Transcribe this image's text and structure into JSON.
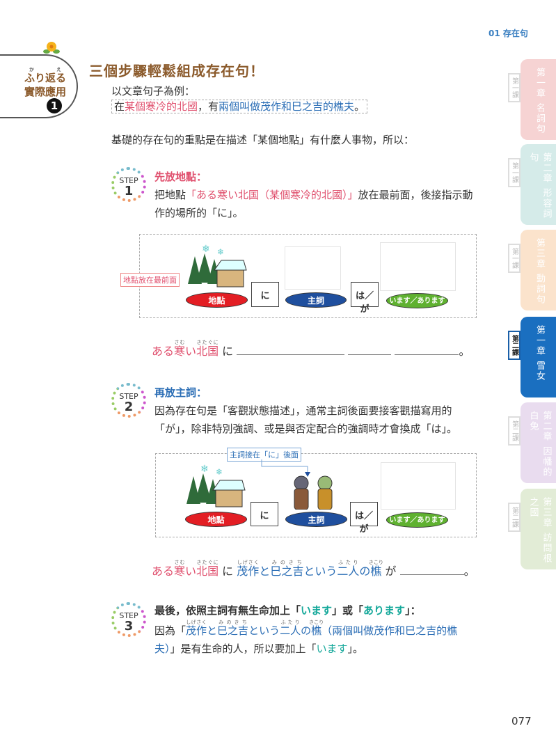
{
  "header": {
    "section": "01 存在句"
  },
  "badge": {
    "line1": "ふり返る",
    "line1_ruby": "かえ",
    "line2": "實際應用",
    "number": "1"
  },
  "title": "三個步驟輕鬆組成存在句！",
  "intro": {
    "lead": "以文章句子為例：",
    "ex_a": "在",
    "ex_b": "某個寒冷的北國",
    "ex_c": "，有",
    "ex_d": "兩個叫做茂作和巳之吉的樵夫",
    "ex_e": "。",
    "basis": "基礎的存在句的重點是在描述「某個地點」有什麼人事物，所以："
  },
  "step1": {
    "step": "STEP",
    "num": "1",
    "head": "先放地點：",
    "t1": "把地點",
    "t2": "「ある寒い北国（某個寒冷的北國）」",
    "t3": "放在最前面，後接指示動作的場所的「に」。"
  },
  "diagram1": {
    "note": "地點放在最前面",
    "place": "地點",
    "ni": "に",
    "subject": "主詞",
    "wa_ga": "は／が",
    "verb": "います／あります"
  },
  "sentence1": {
    "a": "ある",
    "samu": "寒",
    "samu_r": "さむ",
    "i": "い",
    "kita": "北",
    "kita_r": "きた",
    "kuni": "国",
    "kuni_r": "ぐに",
    "ni": "に",
    "end": "。"
  },
  "step2": {
    "step": "STEP",
    "num": "2",
    "head": "再放主詞：",
    "text": "因為存在句是「客觀狀態描述」，通常主詞後面要接客觀描寫用的「が」，除非特別強調、或是與否定配合的強調時才會換成「は」。"
  },
  "diagram2": {
    "callout": "主詞接在「に」後面",
    "place": "地點",
    "ni": "に",
    "subject": "主詞",
    "wa_ga": "は／が",
    "verb": "います／あります"
  },
  "sentence2": {
    "ni": "に",
    "shigesaku": "茂作",
    "shigesaku_r": "しげさく",
    "to": "と",
    "minokichi": "巳之吉",
    "minokichi_r": "みのきち",
    "toiu": "という",
    "futari": "二人",
    "futari_r": "ふたり",
    "no": "の",
    "kikori": "樵",
    "kikori_r": "きこり",
    "ga": "が",
    "end": "。"
  },
  "step3": {
    "step": "STEP",
    "num": "3",
    "h1": "最後，依照主詞有無生命加上「",
    "h2": "います",
    "h3": "」或「",
    "h4": "あります",
    "h5": "」：",
    "t1": "因為「",
    "t2": "（兩個叫做茂作和巳之吉的樵夫）",
    "t3": "」是有生命的人，所以要加上「",
    "t4": "います",
    "t5": "」。"
  },
  "tabs": [
    {
      "label": "第一課",
      "text": "第一章 名詞句",
      "color": "#f6d3d3"
    },
    {
      "label": "第一課",
      "text": "第二章 形容詞句",
      "color": "#d5ebe9"
    },
    {
      "label": "第一課",
      "text": "第三章 動詞句",
      "color": "#fbe3cc"
    },
    {
      "label": "第二課",
      "text": "第一章 雪女",
      "color": "#1a6fc0"
    },
    {
      "label": "第二課",
      "text": "第二章 因幡的白兔",
      "color": "#e9dcef"
    },
    {
      "label": "第二課",
      "text": "第三章 訪問根之國",
      "color": "#e2ecd6"
    }
  ],
  "page_number": "077"
}
